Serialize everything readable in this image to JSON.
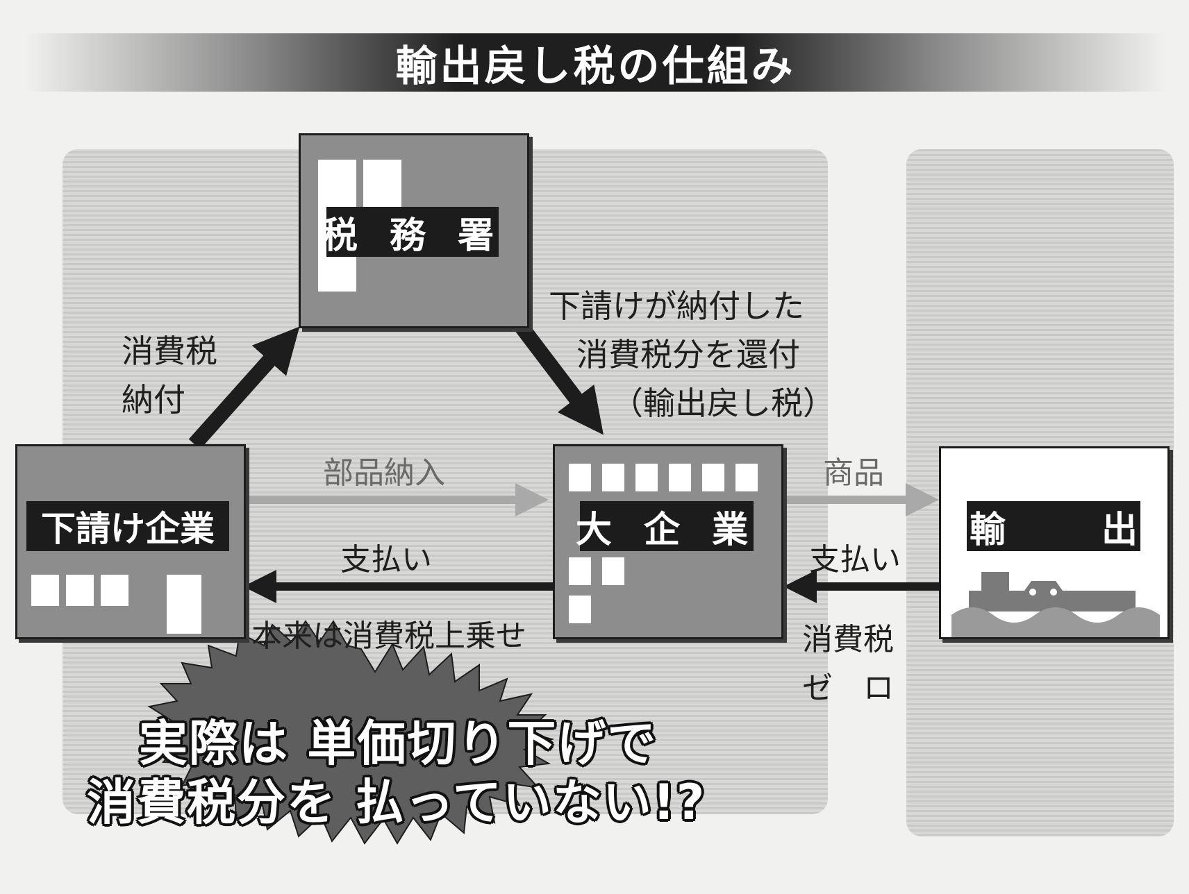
{
  "title": "輸出戻し税の仕組み",
  "nodes": {
    "tax_office": "税 務 署",
    "subcontractor": "下請け企業",
    "large_company": "大 企 業",
    "export": "輸 出"
  },
  "flows": {
    "consumption_tax_payment_line1": "消費税",
    "consumption_tax_payment_line2": "納付",
    "refund_line1": "下請けが納付した",
    "refund_line2": "消費税分を還付",
    "refund_line3": "（輸出戻し税）",
    "parts_delivery": "部品納入",
    "payment_to_sub": "支払い",
    "tax_note": "本来は消費税上乗せ",
    "goods": "商品",
    "payment_from_export": "支払い",
    "zero_tax_line1": "消費税",
    "zero_tax_line2": "ゼ　ロ"
  },
  "callout": {
    "line1": "実際は 単価切り下げで",
    "line2": "消費税分を 払っていない!?"
  }
}
